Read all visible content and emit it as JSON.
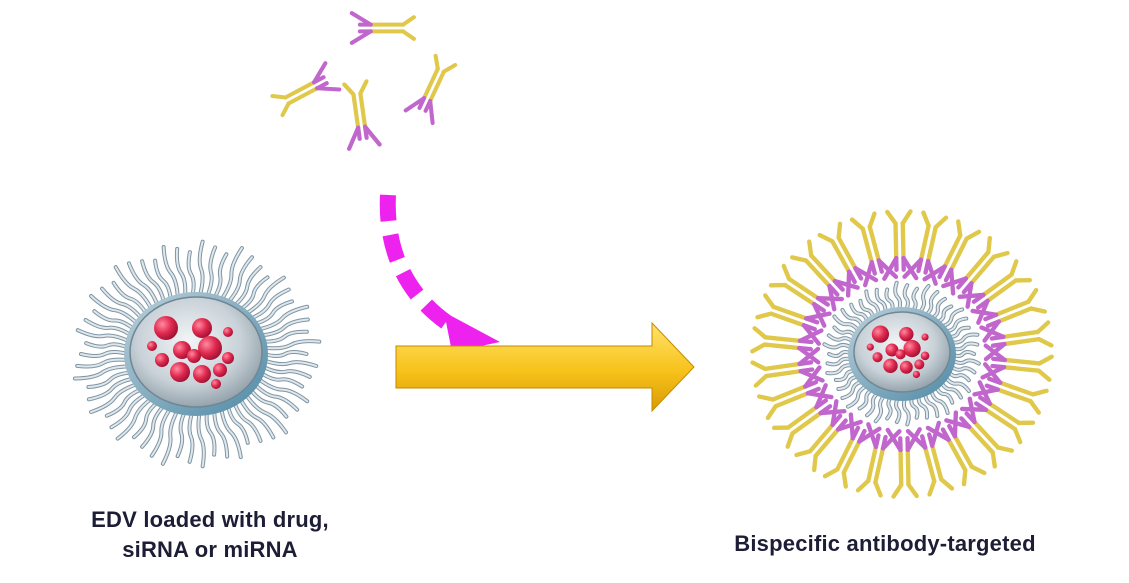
{
  "captions": {
    "left_line1": "EDV loaded with drug,",
    "left_line2": "siRNA or miRNA",
    "right": "Bispecific antibody-targeted"
  },
  "colors": {
    "antibody_arm": "#c166cc",
    "antibody_stem": "#e0c84a",
    "arrow_fill": "#f7c21a",
    "dashed_arrow": "#ee22ee",
    "cargo": "#e0284e",
    "shell": "#8fb0c0",
    "caption_text": "#1d1d35"
  },
  "icons": {
    "free_antibodies": "bispecific-antibody-icon",
    "edv_particle": "edv-nanocell-icon",
    "targeted_particle": "targeted-edv-icon"
  }
}
